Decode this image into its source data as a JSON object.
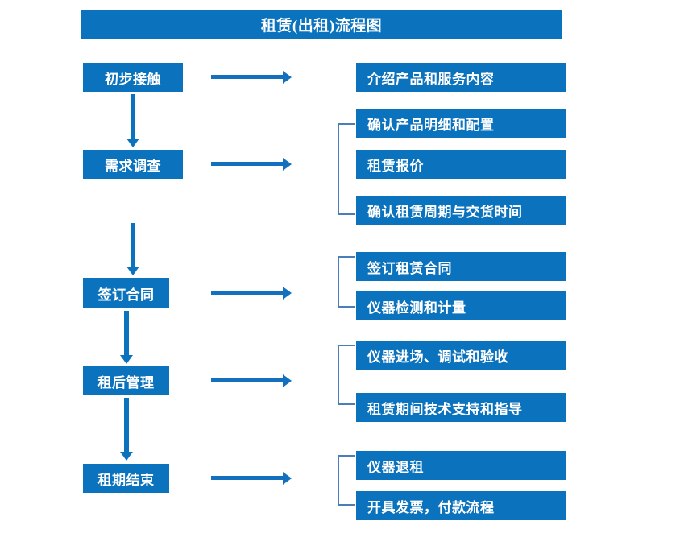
{
  "diagram": {
    "title": "租赁(出租)流程图",
    "accent_color": "#0B72BD",
    "bracket_color": "#4A7EBB",
    "arrow_color": "#1270BE",
    "stages": [
      {
        "label": "初步接触"
      },
      {
        "label": "需求调查"
      },
      {
        "label": "签订合同"
      },
      {
        "label": "租后管理"
      },
      {
        "label": "租期结束"
      }
    ],
    "tasks": [
      {
        "label": "介绍产品和服务内容"
      },
      {
        "label": "确认产品明细和配置"
      },
      {
        "label": "租赁报价"
      },
      {
        "label": "确认租赁周期与交货时间"
      },
      {
        "label": "签订租赁合同"
      },
      {
        "label": "仪器检测和计量"
      },
      {
        "label": "仪器进场、调试和验收"
      },
      {
        "label": "租赁期间技术支持和指导"
      },
      {
        "label": "仪器退租"
      },
      {
        "label": "开具发票，付款流程"
      }
    ]
  }
}
